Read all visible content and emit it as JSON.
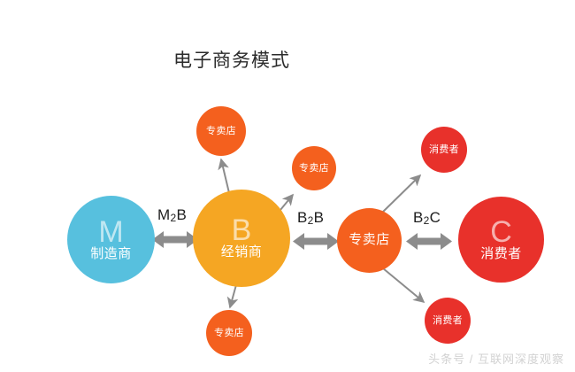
{
  "diagram": {
    "title": "电子商务模式",
    "watermark": "头条号 / 互联网深度观察",
    "colors": {
      "manufacturer": "#57c0de",
      "distributor": "#f5a623",
      "store": "#f4601e",
      "consumer": "#e8312b",
      "arrow": "#8c8c8c",
      "background": "#ffffff",
      "title_text": "#2b2b2b"
    },
    "nodes": {
      "manufacturer": {
        "letter": "M",
        "label": "制造商"
      },
      "distributor": {
        "letter": "B",
        "label": "经销商"
      },
      "store_main": {
        "letter": "",
        "label": "专卖店"
      },
      "consumer": {
        "letter": "C",
        "label": "消费者"
      },
      "store_top": {
        "label": "专卖店"
      },
      "store_right": {
        "label": "专卖店"
      },
      "store_bottom": {
        "label": "专卖店"
      },
      "consumer_top": {
        "label": "消费者"
      },
      "consumer_bottom": {
        "label": "消费者"
      }
    },
    "arrow_labels": {
      "m2b": {
        "prefix": "M",
        "sub": "2",
        "suffix": "B"
      },
      "b2b": {
        "prefix": "B",
        "sub": "2",
        "suffix": "B"
      },
      "b2c": {
        "prefix": "B",
        "sub": "2",
        "suffix": "C"
      }
    }
  }
}
